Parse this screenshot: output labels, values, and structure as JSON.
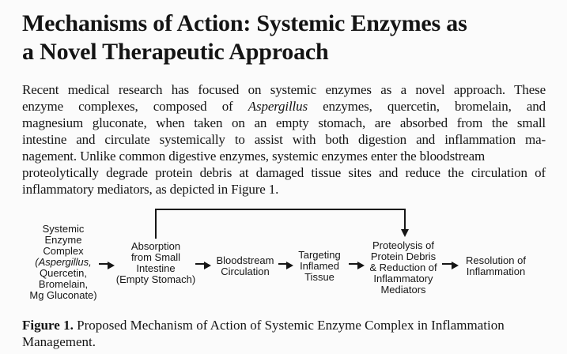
{
  "colors": {
    "background": "#fbfbfb",
    "ink": "#141414"
  },
  "title": {
    "line1": "Mechanisms of Action: Systemic Enzymes as",
    "line2": "a Novel Therapeutic Approach"
  },
  "paragraph": {
    "line1": "Recent medical research has focused on systemic enzymes as a novel approach. These",
    "line2_pre": "enzyme complexes, composed of",
    "line2_italic": "Aspergillus",
    "line2_post": "enzymes, quercetin, bromelain, and",
    "line3": "magnesium gluconate, when taken on an empty stomach, are absorbed from the small",
    "line4": "intestine and circulate systemically to assist with both digestion and inflammation ma-",
    "line5": "nagement. Unlike common digestive enzymes, systemic enzymes enter the bloodstream",
    "line6": "proteolytically degrade protein debris at damaged tissue sites and reduce the circulation of",
    "line7": "inflammatory mediators, as depicted in Figure 1."
  },
  "diagram": {
    "node1": {
      "line1": "Systemic",
      "line2": "Enzyme",
      "line3": "Complex",
      "line4": "(Aspergillus,",
      "line5": "Quercetin,",
      "line6": "Bromelain,",
      "line7": "Mg Gluconate)"
    },
    "node2": {
      "line1": "Absorption",
      "line2": "from Small",
      "line3": "Intestine",
      "line4": "(Empty Stomach)"
    },
    "node3": {
      "line1": "Bloodstream",
      "line2": "Circulation"
    },
    "node4": {
      "line1": "Targeting",
      "line2": "Inflamed",
      "line3": "Tissue"
    },
    "node5": {
      "line1": "Proteolysis of",
      "line2": "Protein Debris",
      "line3": "& Reduction of",
      "line4": "Inflammatory",
      "line5": "Mediators"
    },
    "node6": {
      "line1": "Resolution of",
      "line2": "Inflammation"
    }
  },
  "caption": {
    "label": "Figure 1.",
    "line1": "Proposed Mechanism of Action of Systemic Enzyme Complex in Inflammation",
    "line2": "Management."
  }
}
